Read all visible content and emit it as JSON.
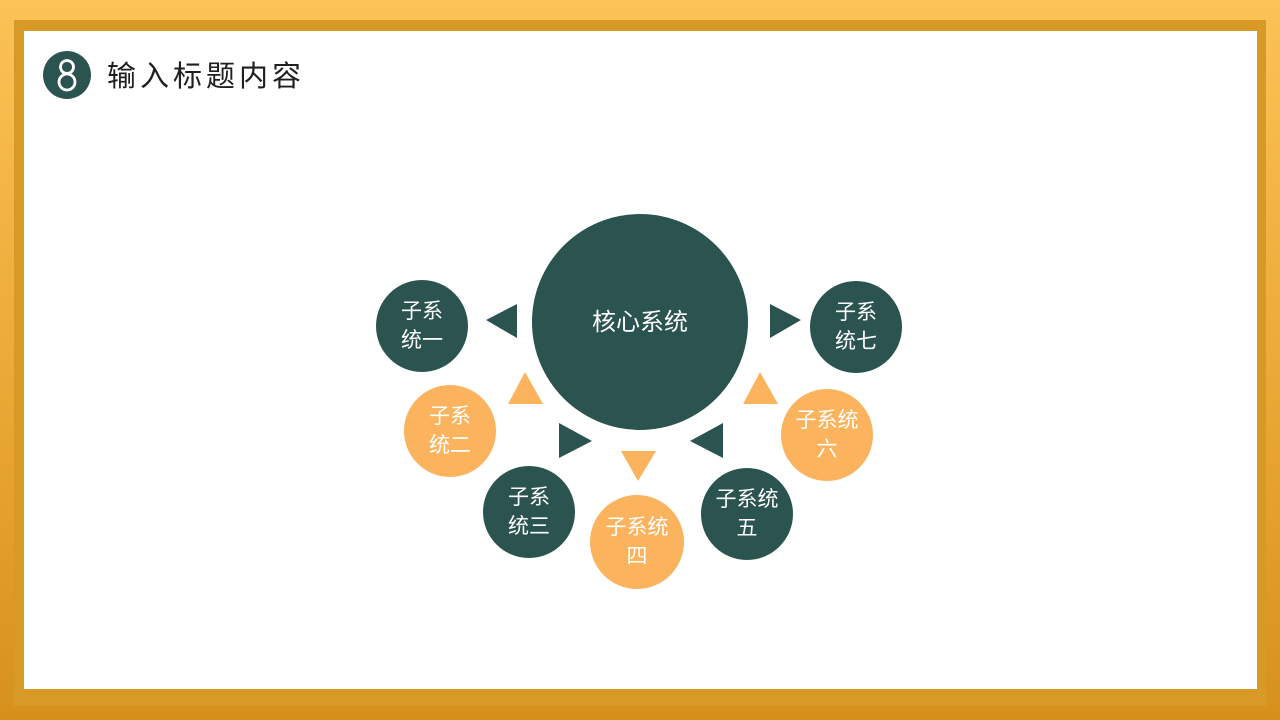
{
  "header": {
    "number": "8",
    "title": "输入标题内容"
  },
  "colors": {
    "dark": "#2b5450",
    "orange": "#fbb35d",
    "frame": "#e9a532"
  },
  "diagram": {
    "core": {
      "label": "核心系统"
    },
    "subsystems": [
      {
        "line1": "子系",
        "line2": "统一"
      },
      {
        "line1": "子系",
        "line2": "统二"
      },
      {
        "line1": "子系",
        "line2": "统三"
      },
      {
        "line1": "子系统",
        "line2": "四"
      },
      {
        "line1": "子系统",
        "line2": "五"
      },
      {
        "line1": "子系统",
        "line2": "六"
      },
      {
        "line1": "子系",
        "line2": "统七"
      }
    ]
  }
}
